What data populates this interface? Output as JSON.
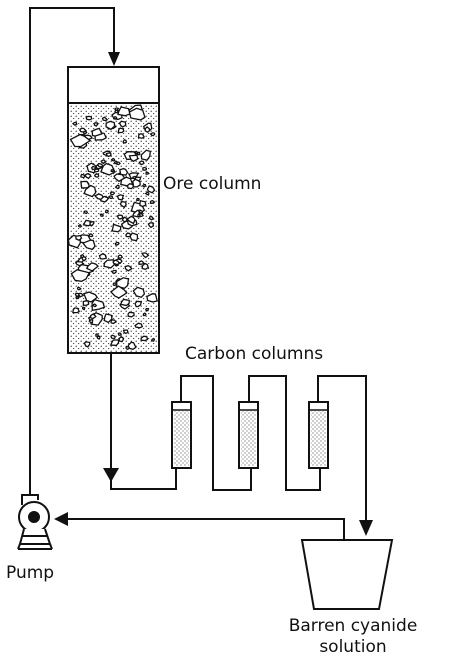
{
  "labels": {
    "ore_column": "Ore column",
    "carbon_columns": "Carbon columns",
    "pump": "Pump",
    "barren_line1": "Barren cyanide",
    "barren_line2": "solution"
  },
  "colors": {
    "ink": "#111111",
    "background": "#ffffff"
  }
}
